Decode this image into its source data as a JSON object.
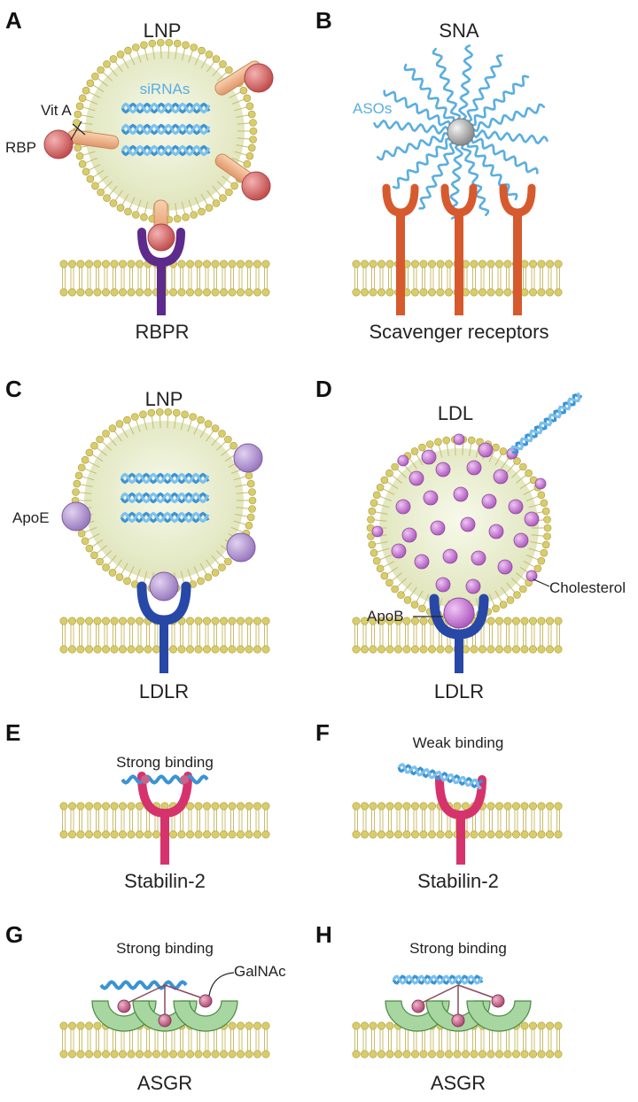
{
  "panels": {
    "A": {
      "letter": "A",
      "title": "LNP",
      "cargo": "siRNAs",
      "vit": "Vit A",
      "rbp": "RBP",
      "receptor": "RBPR"
    },
    "B": {
      "letter": "B",
      "title": "SNA",
      "cargo": "ASOs",
      "receptor": "Scavenger receptors"
    },
    "C": {
      "letter": "C",
      "title": "LNP",
      "ligand": "ApoE",
      "receptor": "LDLR"
    },
    "D": {
      "letter": "D",
      "title": "LDL",
      "ligand": "ApoB",
      "extra": "Cholesterol",
      "receptor": "LDLR"
    },
    "E": {
      "letter": "E",
      "binding": "Strong binding",
      "receptor": "Stabilin-2"
    },
    "F": {
      "letter": "F",
      "binding": "Weak binding",
      "receptor": "Stabilin-2"
    },
    "G": {
      "letter": "G",
      "binding": "Strong binding",
      "ligand": "GalNAc",
      "receptor": "ASGR"
    },
    "H": {
      "letter": "H",
      "binding": "Strong binding",
      "receptor": "ASGR"
    }
  },
  "colors": {
    "membrane": "#e6dc8a",
    "lipid_head": "#d9cd6a",
    "core": "#eef1d8",
    "rna": "#3a93d4",
    "rbp": "#d96a6a",
    "vit_a": "#f0b88a",
    "rbpr": "#5e2a8c",
    "scavenger": "#d65a2e",
    "apo": "#b89ad4",
    "ldlr": "#2848a8",
    "stabilin": "#d6336c",
    "asgr": "#a8d6a0",
    "galnac": "#c8648a"
  }
}
